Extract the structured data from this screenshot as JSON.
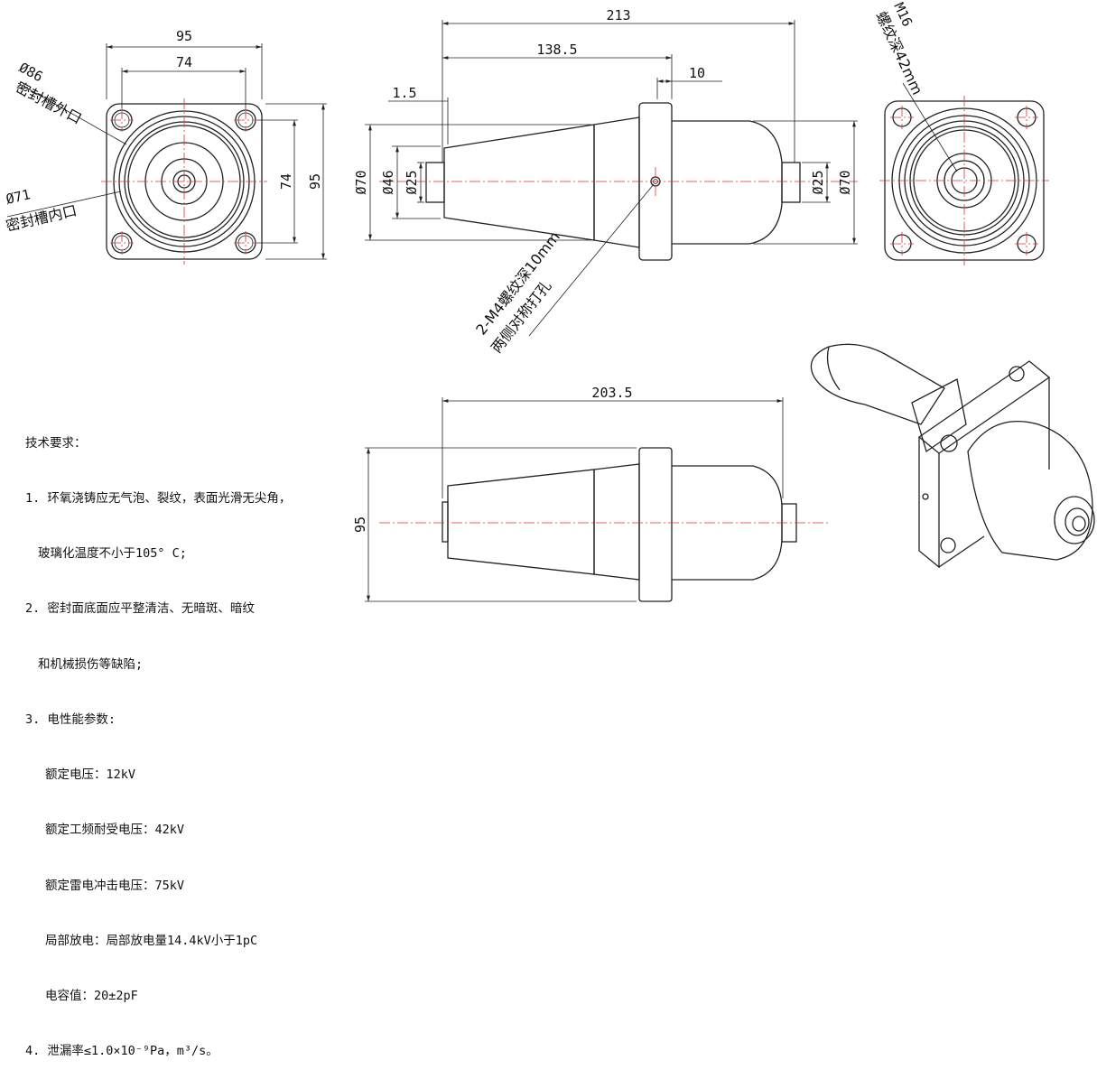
{
  "front_view": {
    "dim_width_outer": "95",
    "dim_width_holes": "74",
    "dim_height_holes": "74",
    "dim_height_outer": "95",
    "dia_outer_label": "Ø86",
    "dia_outer_text": "密封槽外口",
    "dia_inner_label": "Ø71",
    "dia_inner_text": "密封槽内口"
  },
  "side_view": {
    "dim_total": "213",
    "dim_to_flange": "138.5",
    "dim_flange": "10",
    "dim_step": "1.5",
    "dia_left_70": "Ø70",
    "dia_left_46": "Ø46",
    "dia_left_25": "Ø25",
    "dia_right_25": "Ø25",
    "dia_right_70": "Ø70",
    "hole_note_1": "2-M4螺纹深10mm",
    "hole_note_2": "两侧对称打孔"
  },
  "rear_view": {
    "thread_1": "M16",
    "thread_2": "螺纹深42mm"
  },
  "bottom_view": {
    "dim_length": "203.5",
    "dim_height": "95"
  },
  "notes": {
    "title": "技术要求：",
    "n1a": "1. 环氧浇铸应无气泡、裂纹，表面光滑无尖角，",
    "n1b": "玻璃化温度不小于105° C;",
    "n2a": "2. 密封面底面应平整清洁、无暗斑、暗纹",
    "n2b": "和机械损伤等缺陷;",
    "n3": "3. 电性能参数:",
    "n3a": "额定电压：12kV",
    "n3b": "额定工频耐受电压：42kV",
    "n3c": "额定雷电冲击电压：75kV",
    "n3d": "局部放电：局部放电量14.4kV小于1pC",
    "n3e": "电容值：20±2pF",
    "n4": "4. 泄漏率≤1.0×10⁻⁹Pa，m³/s。"
  }
}
